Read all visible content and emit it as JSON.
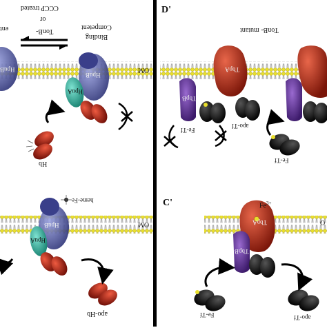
{
  "panels": {
    "top_left": {
      "line1": "CCCP treated",
      "line2": "or",
      "line3": "TonB-",
      "line4": "Competent",
      "line5": "Binding",
      "fragment": "ent",
      "om": "OM",
      "hpub_outer": "HpuB",
      "hpub_right": "HpuB",
      "hpua": "HpuA",
      "hb": "Hb"
    },
    "top_right": {
      "letter": "D'",
      "title": "TonB- mutant",
      "tbpa": "TbpA",
      "tbpb": "TbpB",
      "fe_tf": "Fe-Tf",
      "apo_tf": "apo-Tf",
      "fe_tf_2": "Fe-Tf"
    },
    "bottom_left": {
      "om": "OM",
      "heme_fe": "heme-Fe",
      "hpub": "HpuB",
      "hpua": "HpuA",
      "apo_hb": "apo-Hb"
    },
    "bottom_right": {
      "letter": "C'",
      "fe_ion": "Fe",
      "fe_charge": "3+",
      "om_fragment": "O",
      "tbpa": "TbpA",
      "tbpb": "TbpB",
      "fe_tf": "Fe-Tf",
      "apo_tf": "apo-Tf"
    }
  },
  "colors": {
    "lipid_head": "#e9df2c",
    "hpub": "#5a62a8",
    "hpua": "#2fb8a6",
    "tbpa": "#c0341e",
    "tbpb": "#6b3aa0",
    "hemoglobin": "#b8241a",
    "transferrin": "#111111"
  }
}
